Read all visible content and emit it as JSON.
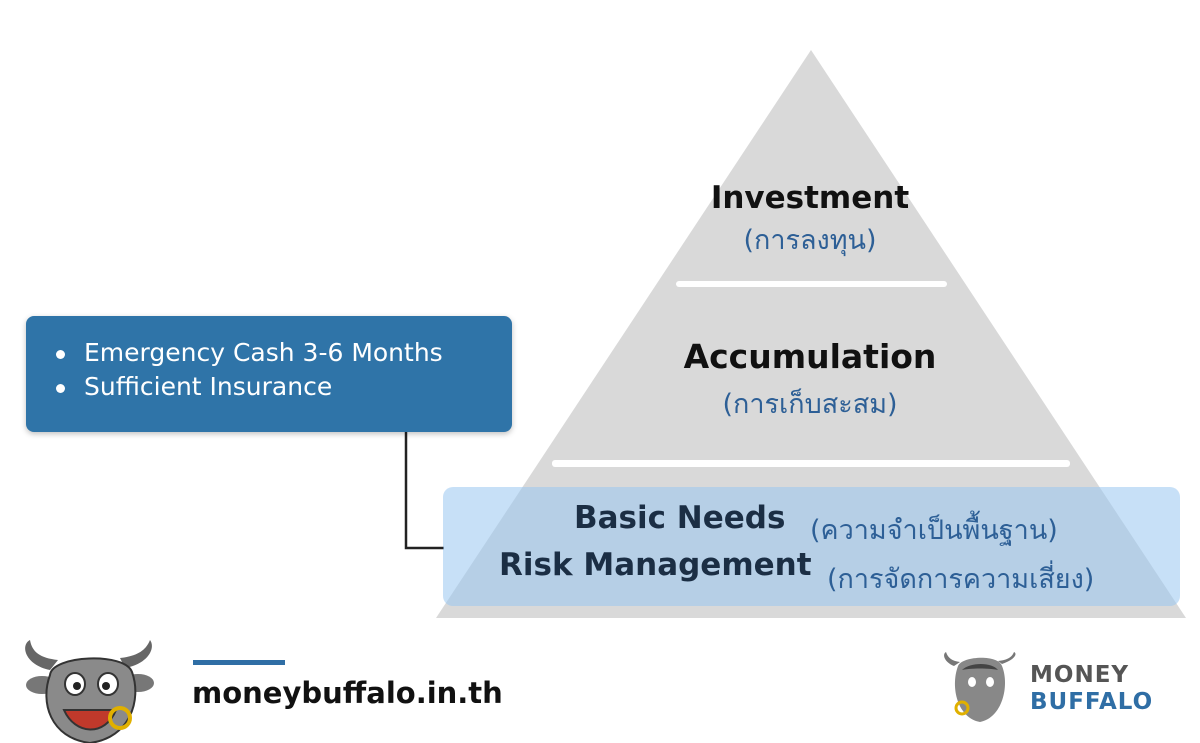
{
  "pyramid": {
    "top": {
      "label": "Investment",
      "sublabel": "(การลงทุน)"
    },
    "middle": {
      "label": "Accumulation",
      "sublabel": "(การเก็บสะสม)"
    },
    "base": {
      "line1_label": "Basic Needs",
      "line1_sublabel": "(ความจำเป็นพื้นฐาน)",
      "line2_label": "Risk Management",
      "line2_sublabel": "(การจัดการความเสี่ยง)"
    }
  },
  "info_box": {
    "items": [
      "Emergency Cash 3-6 Months",
      "Sufficient Insurance"
    ]
  },
  "footer": {
    "website": "moneybuffalo.in.th",
    "brand_line1": "MONEY",
    "brand_line2": "BUFFALO"
  },
  "colors": {
    "pyramid_fill": "#d9d9d9",
    "info_box": "#2f74a8",
    "thai_text": "#2d5f96",
    "base_highlight": "#99c7f0",
    "brand_blue": "#2f6ea5",
    "brand_gray": "#555555"
  },
  "icons": [
    "buffalo-mascot-icon",
    "money-buffalo-logo-icon"
  ]
}
